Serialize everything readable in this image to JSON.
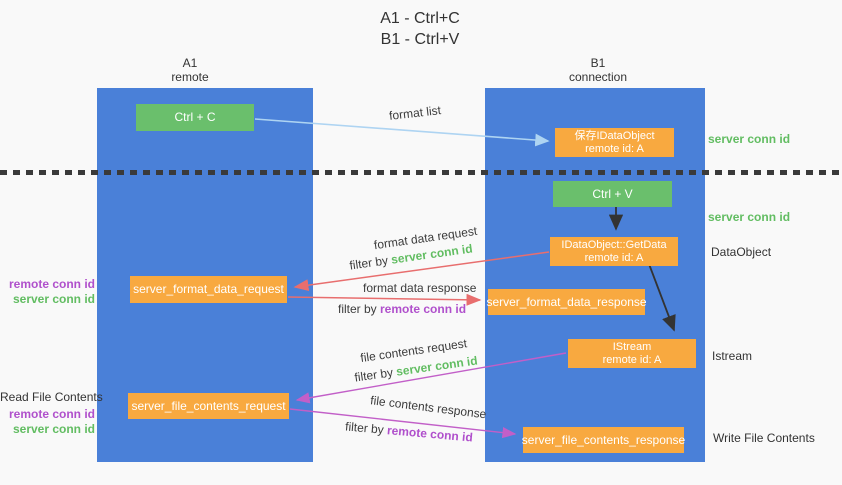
{
  "title": {
    "line1": "A1 - Ctrl+C",
    "line2": "B1 - Ctrl+V"
  },
  "lanes": {
    "left": {
      "name": "A1",
      "role": "remote"
    },
    "right": {
      "name": "B1",
      "role": "connection"
    }
  },
  "nodes": {
    "ctrl_c": {
      "label": "Ctrl + C"
    },
    "ctrl_v": {
      "label": "Ctrl + V"
    },
    "save_dataobject": {
      "line1": "保存IDataObject",
      "line2": "remote id: A"
    },
    "getdata": {
      "line1": "IDataObject::GetData",
      "line2": "remote id: A"
    },
    "istream": {
      "line1": "IStream",
      "line2": "remote id: A"
    },
    "format_request": {
      "label": "server_format_data_request"
    },
    "format_response": {
      "label": "server_format_data_response"
    },
    "file_request": {
      "label": "server_file_contents_request"
    },
    "file_response": {
      "label": "server_file_contents_response"
    }
  },
  "annotations": {
    "server_conn_id_top": "server conn id",
    "server_conn_id_mid": "server conn id",
    "dataobject": "DataObject",
    "istream": "Istream",
    "write_file_contents": "Write File Contents",
    "read_file_contents": "Read File Contents",
    "format_remote_conn_id": "remote conn id",
    "format_server_conn_id": "server conn id",
    "file_remote_conn_id": "remote conn id",
    "file_server_conn_id": "server conn id"
  },
  "edge_labels": {
    "format_list": "format list",
    "format_data_request": "format data request",
    "format_filter_prefix": "filter by ",
    "format_filter_server": "server conn id",
    "format_data_response": "format data response",
    "format_filter_prefix2": "filter by ",
    "format_filter_remote": "remote conn id",
    "file_contents_request": "file contents request",
    "file_filter_prefix": "filter by ",
    "file_filter_server": "server conn id",
    "file_contents_response": "file contents response",
    "file_filter_prefix2": "filter by ",
    "file_filter_remote": "remote conn id"
  },
  "colors": {
    "lane_blue": "#4a80d8",
    "node_green": "#6abf6c",
    "node_orange": "#f8a940",
    "text_green": "#62bd62",
    "text_purple": "#b050cc",
    "arrow_red": "#e86e6e",
    "arrow_magenta": "#c25fc8",
    "arrow_light_blue": "#aed4f2",
    "arrow_black": "#333333"
  }
}
